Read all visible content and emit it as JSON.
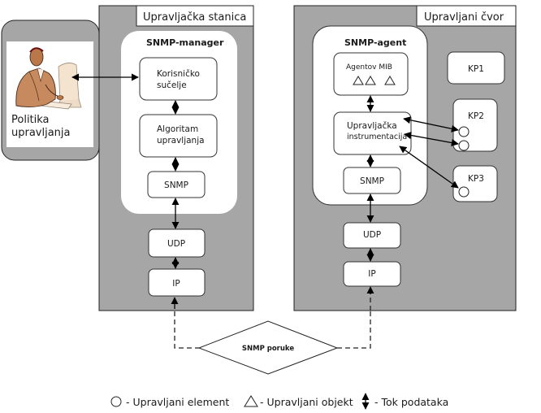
{
  "policy": {
    "label_line1": "Politika",
    "label_line2": "upravljanja",
    "figure": "person-at-computer-icon"
  },
  "manager_station": {
    "title": "Upravljačka stanica",
    "manager": {
      "title": "SNMP-manager",
      "boxes": [
        {
          "line1": "Korisničko",
          "line2": "sučelje"
        },
        {
          "line1": "Algoritam",
          "line2": "upravljanja"
        },
        {
          "line1": "SNMP",
          "line2": ""
        }
      ]
    },
    "stack": [
      "UDP",
      "IP"
    ]
  },
  "managed_node": {
    "title": "Upravljani čvor",
    "agent": {
      "title": "SNMP-agent",
      "mib": {
        "label": "Agentov MIB",
        "objects": 3
      },
      "instrumentation": {
        "line1": "Upravljačka",
        "line2": "instrumentacija"
      },
      "snmp": "SNMP"
    },
    "stack": [
      "UDP",
      "IP"
    ],
    "components": [
      {
        "label": "KP1",
        "elements": 0
      },
      {
        "label": "KP2",
        "elements": 2
      },
      {
        "label": "KP3",
        "elements": 1
      }
    ]
  },
  "messages": {
    "label": "SNMP poruke"
  },
  "legend": [
    {
      "symbol": "circle",
      "text": "- Upravljani element"
    },
    {
      "symbol": "triangle",
      "text": "- Upravljani objekt"
    },
    {
      "symbol": "double-arrow",
      "text": "- Tok podataka"
    }
  ]
}
